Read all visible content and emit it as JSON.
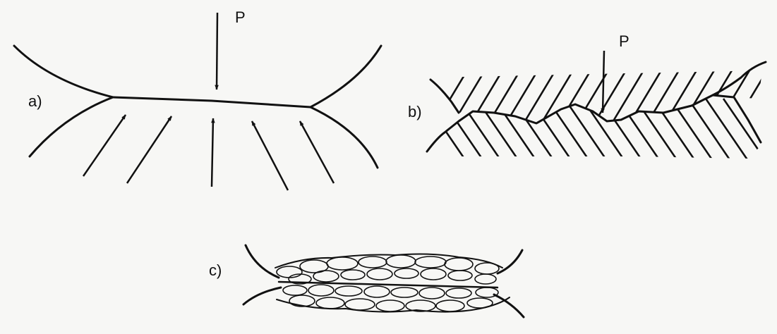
{
  "labels": {
    "a": "a)",
    "b": "b)",
    "c": "c)",
    "p_a": "P",
    "p_b": "P"
  },
  "colors": {
    "ink": "#111111",
    "paper": "#f7f7f5"
  }
}
